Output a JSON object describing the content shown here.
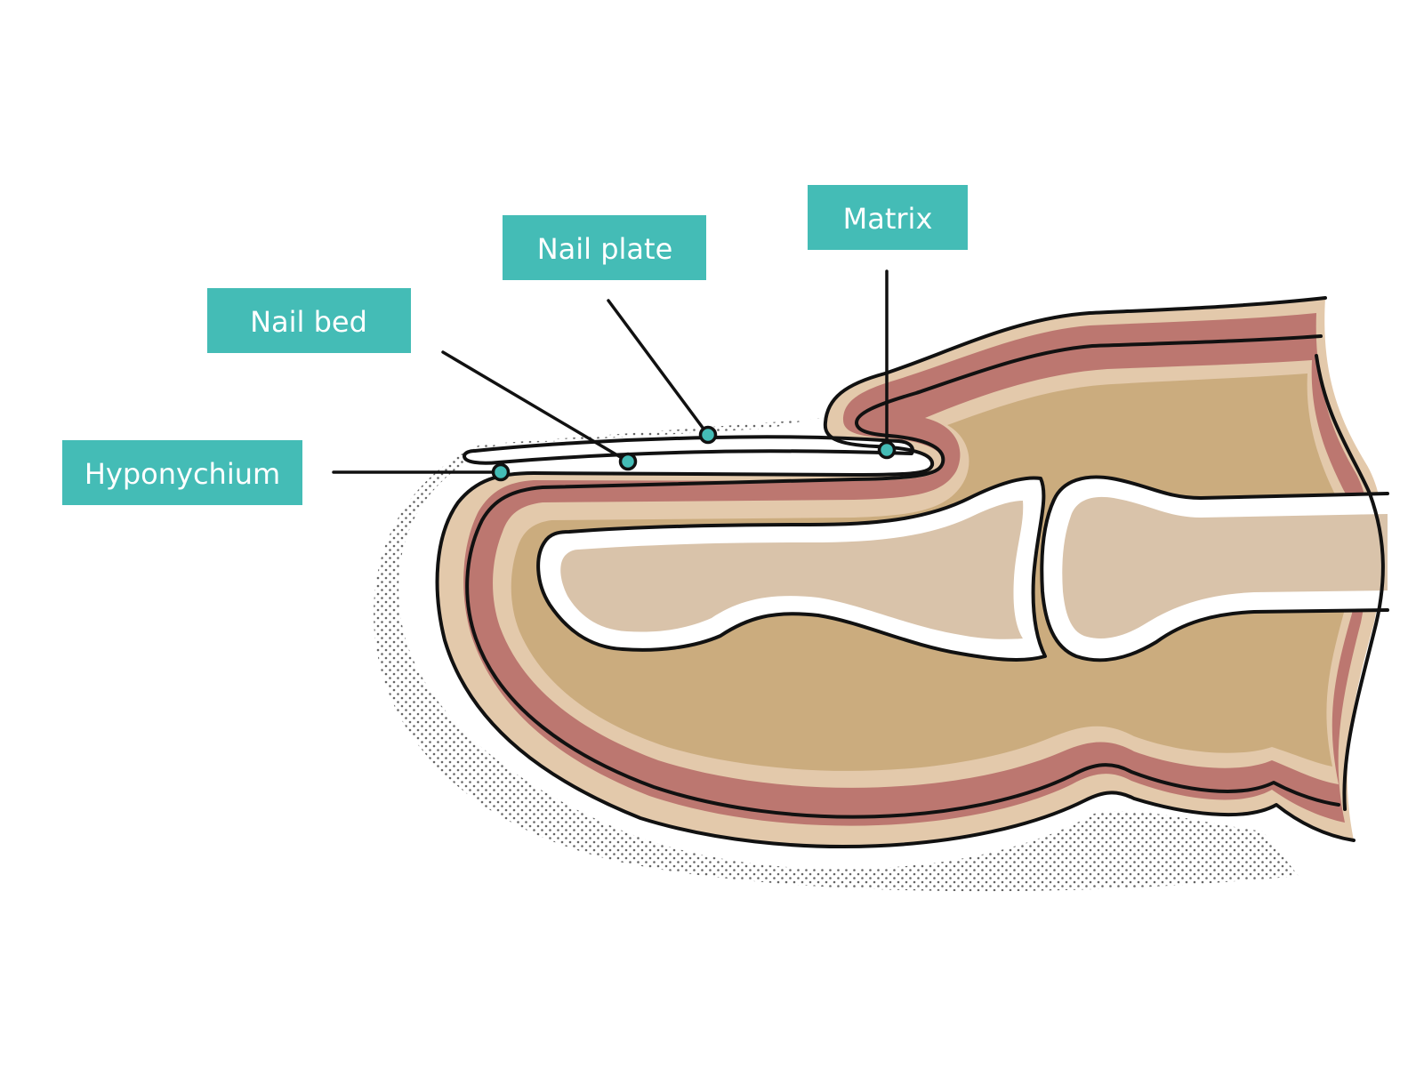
{
  "diagram": {
    "labels": [
      {
        "id": "hyponychium",
        "text": "Hyponychium"
      },
      {
        "id": "nail-bed",
        "text": "Nail bed"
      },
      {
        "id": "nail-plate",
        "text": "Nail plate"
      },
      {
        "id": "matrix",
        "text": "Matrix"
      }
    ]
  },
  "colors": {
    "label_box": "#44bcb6",
    "label_text": "#ffffff",
    "outline": "#111111",
    "skin_outer": "#e3c9ab",
    "dermis": "#bc7770",
    "tissue": "#cbac7e",
    "bone": "#d9c3aa",
    "nail": "#ffffff",
    "marker": "#44bcb6"
  }
}
